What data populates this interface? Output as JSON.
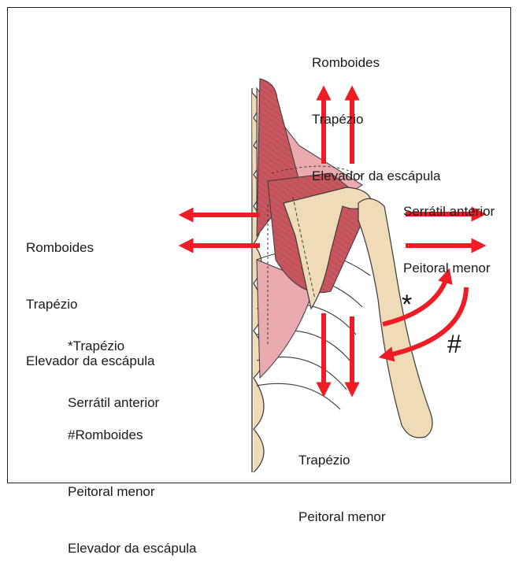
{
  "colors": {
    "arrow": "#ee1c25",
    "muscle": "#c8565e",
    "muscle_light": "#e9aab0",
    "bone": "#efdcb7",
    "outline": "#3a3a3a"
  },
  "labels": {
    "top": [
      "Romboides",
      "Trapézio",
      "Elevador da escápula"
    ],
    "right": [
      "Serrátil anterior",
      "Peitoral menor"
    ],
    "left": [
      "Romboides",
      "Trapézio",
      "Elevador da escápula"
    ],
    "star_group": [
      "*Trapézio",
      "Serrátil anterior"
    ],
    "hash_group": [
      "#Romboides",
      "Peitoral menor",
      "Elevador da escápula"
    ],
    "bottom": [
      "Trapézio",
      "Peitoral menor"
    ]
  },
  "symbols": {
    "star": "*",
    "hash": "#"
  },
  "icons": [
    "upward-arrow-icon",
    "leftward-arrow-icon",
    "rightward-arrow-icon",
    "downward-arrow-icon",
    "curved-arrow-icon"
  ]
}
